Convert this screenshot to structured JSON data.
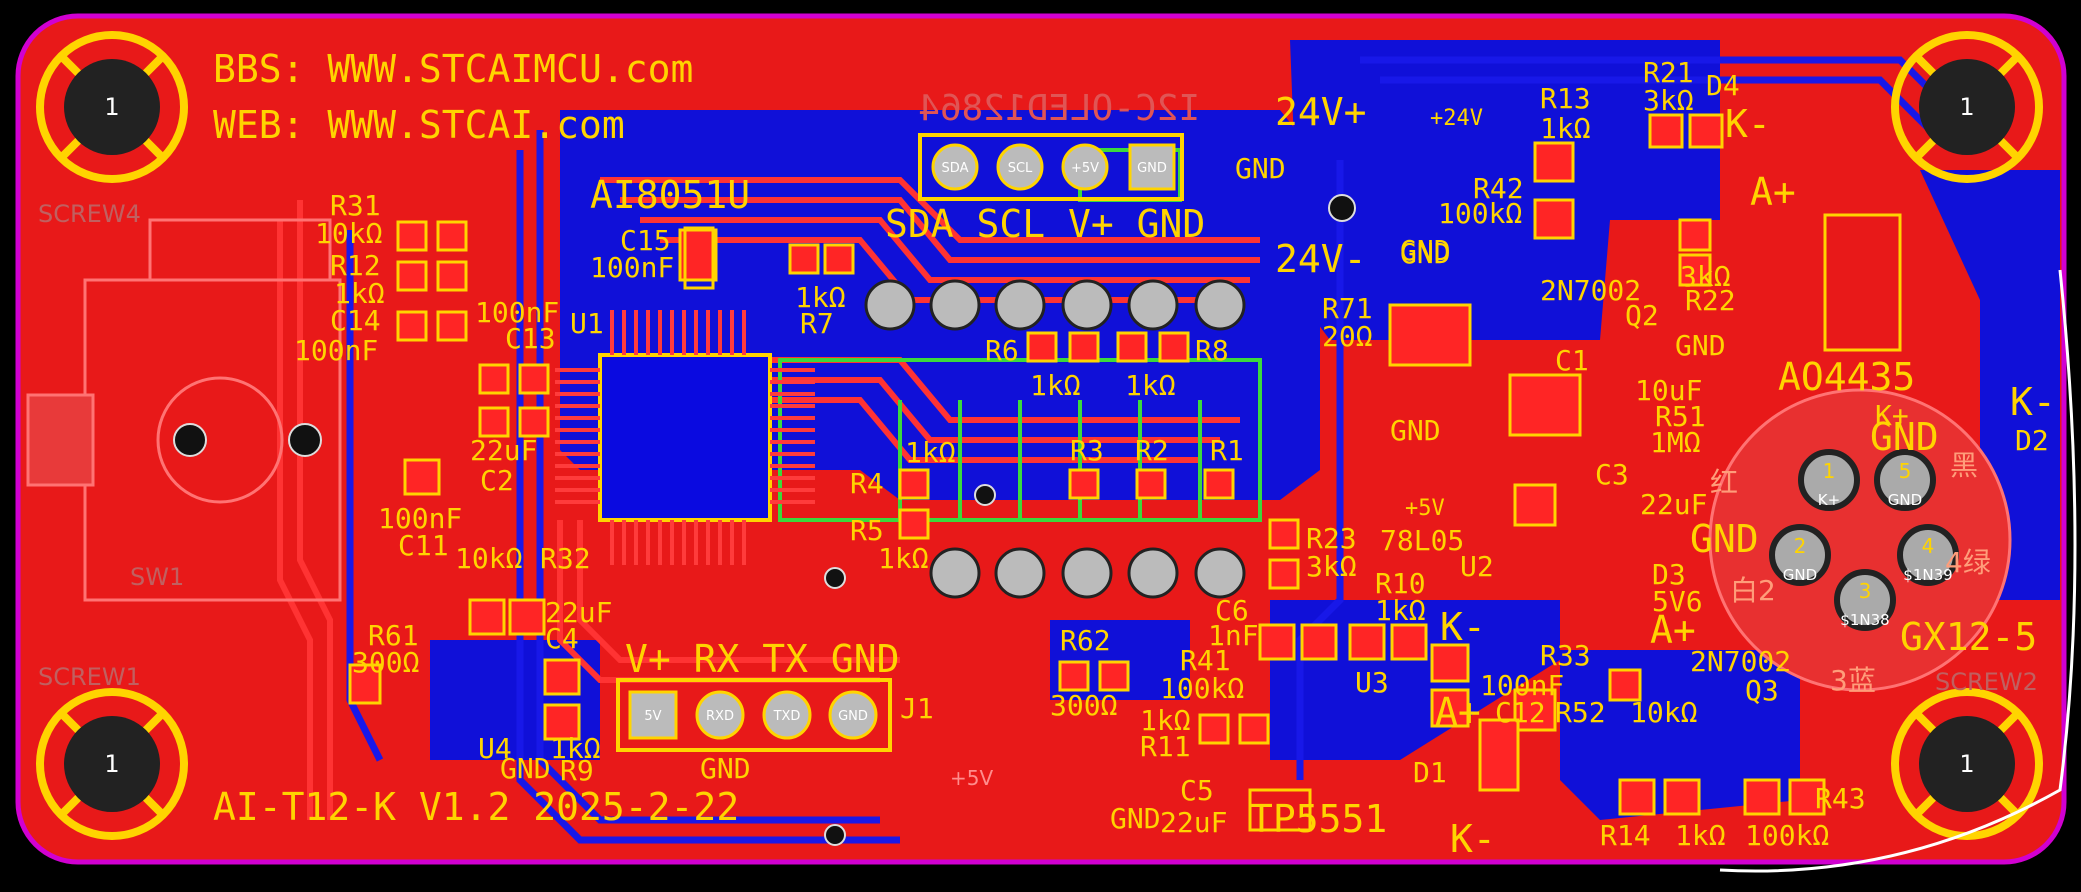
{
  "board": {
    "contact_lines": [
      "BBS: WWW.STCAIMCU.com",
      "WEB: WWW.STCAI.com"
    ],
    "version": "AI-T12-K V1.2 2025-2-22",
    "mcu_label": "AI8051U",
    "oled_label": "I2C-OLED12864",
    "oled_pins_label": "SDA SCL V+ GND",
    "uart_pins_label": "V+ RX TX GND",
    "connector_label": "J1",
    "mosfet_label": "AO4435",
    "aviation_label": "GX12-5",
    "ldo_label": "TP5551",
    "regulator_label": "78L05",
    "supply_pos": "24V+",
    "supply_neg": "24V-",
    "mount_hole_number": "1",
    "colors": {
      "copper_top": "#e81919",
      "copper_bottom": "#1010d8",
      "silkscreen": "#ffd400",
      "outline": "#d100d1",
      "keepout": "#3cd83c"
    }
  },
  "designators": [
    {
      "ref": "R31",
      "value": "10kΩ"
    },
    {
      "ref": "R12",
      "value": "1kΩ"
    },
    {
      "ref": "C14",
      "value": "100nF"
    },
    {
      "ref": "C13",
      "value": "100nF"
    },
    {
      "ref": "C15",
      "value": "100nF"
    },
    {
      "ref": "U1",
      "value": ""
    },
    {
      "ref": "R7",
      "value": "1kΩ"
    },
    {
      "ref": "R6",
      "value": "1kΩ"
    },
    {
      "ref": "R8",
      "value": "1kΩ"
    },
    {
      "ref": "C2",
      "value": "22uF"
    },
    {
      "ref": "C11",
      "value": "100nF"
    },
    {
      "ref": "R32",
      "value": "10kΩ"
    },
    {
      "ref": "R4",
      "value": "1kΩ"
    },
    {
      "ref": "R5",
      "value": "1kΩ"
    },
    {
      "ref": "R3",
      "value": "1kΩ"
    },
    {
      "ref": "R2",
      "value": "1kΩ"
    },
    {
      "ref": "R1",
      "value": "1kΩ"
    },
    {
      "ref": "R61",
      "value": "300Ω"
    },
    {
      "ref": "C4",
      "value": "22uF"
    },
    {
      "ref": "U4",
      "value": ""
    },
    {
      "ref": "R9",
      "value": "1kΩ"
    },
    {
      "ref": "R62",
      "value": "300Ω"
    },
    {
      "ref": "R41",
      "value": "100kΩ"
    },
    {
      "ref": "R11",
      "value": "1kΩ"
    },
    {
      "ref": "C5",
      "value": "22uF"
    },
    {
      "ref": "C6",
      "value": "1nF"
    },
    {
      "ref": "U3",
      "value": ""
    },
    {
      "ref": "R71",
      "value": "20Ω"
    },
    {
      "ref": "R23",
      "value": "3kΩ"
    },
    {
      "ref": "R10",
      "value": "1kΩ"
    },
    {
      "ref": "R13",
      "value": "1kΩ"
    },
    {
      "ref": "R42",
      "value": "100kΩ"
    },
    {
      "ref": "R21",
      "value": "3kΩ"
    },
    {
      "ref": "D4",
      "value": ""
    },
    {
      "ref": "R22",
      "value": "3kΩ"
    },
    {
      "ref": "Q2",
      "value": "2N7002"
    },
    {
      "ref": "C1",
      "value": "10uF"
    },
    {
      "ref": "R51",
      "value": "1MΩ"
    },
    {
      "ref": "C3",
      "value": "22uF"
    },
    {
      "ref": "U2",
      "value": ""
    },
    {
      "ref": "D3",
      "value": "5V6"
    },
    {
      "ref": "R33",
      "value": ""
    },
    {
      "ref": "Q3",
      "value": "2N7002"
    },
    {
      "ref": "C12",
      "value": "100nF"
    },
    {
      "ref": "R52",
      "value": "10kΩ"
    },
    {
      "ref": "D1",
      "value": ""
    },
    {
      "ref": "R14",
      "value": "1kΩ"
    },
    {
      "ref": "R43",
      "value": "100kΩ"
    },
    {
      "ref": "D2",
      "value": ""
    }
  ],
  "net_labels": {
    "gnd": "GND",
    "plus5v": "+5V",
    "plus24v": "+24V",
    "k_minus": "K-",
    "k_plus": "K+",
    "a_plus": "A+"
  },
  "oled_pins": [
    "SDA",
    "SCL",
    "+5V",
    "GND"
  ],
  "uart_pins": [
    "5V",
    "RXD",
    "TXD",
    "GND"
  ],
  "aviation_pins": [
    {
      "num": "1",
      "net": "K+"
    },
    {
      "num": "2",
      "net": "GND"
    },
    {
      "num": "3",
      "net": "$1N38"
    },
    {
      "num": "4",
      "net": "$1N39"
    },
    {
      "num": "5",
      "net": "GND"
    }
  ],
  "aviation_color_labels": [
    "红",
    "黑",
    "白2",
    "4绿",
    "3蓝"
  ],
  "faint_refs": [
    "SCREW4",
    "SCREW1",
    "SCREW2",
    "SW1"
  ]
}
